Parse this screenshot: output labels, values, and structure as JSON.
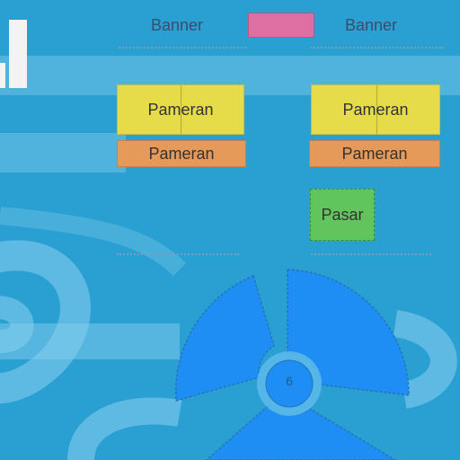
{
  "banner_left_label": "Banner",
  "banner_right_label": "Banner",
  "pameran_yellow_left": "Pameran",
  "pameran_yellow_right": "Pameran",
  "pameran_orange_left": "Pameran",
  "pameran_orange_right": "Pameran",
  "pasar_label": "Pasar",
  "hub_number": "6",
  "colors": {
    "background": "#2a9fd2",
    "yellow": "#e6dc4a",
    "orange": "#e59a5a",
    "green": "#61c45c",
    "pink": "#de6fa3",
    "blade": "#1e8ef5"
  },
  "center_icon": "three-blade-fan-icon"
}
